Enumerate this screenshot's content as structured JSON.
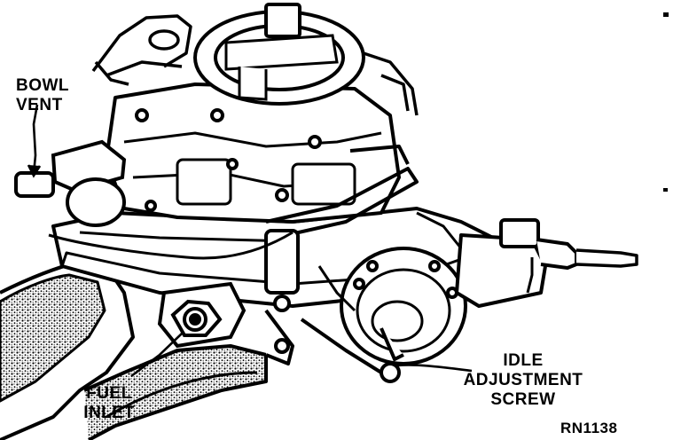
{
  "labels": {
    "bowl_vent": [
      "BOWL",
      "VENT"
    ],
    "fuel_inlet": [
      "FUEL",
      "INLET"
    ],
    "idle_adjustment_screw": [
      "IDLE",
      "ADJUSTMENT",
      "SCREW"
    ]
  },
  "figure_code": "RN1138",
  "colors": {
    "ink": "#000000",
    "paper": "#ffffff",
    "stipple": "#6b6b6b"
  }
}
